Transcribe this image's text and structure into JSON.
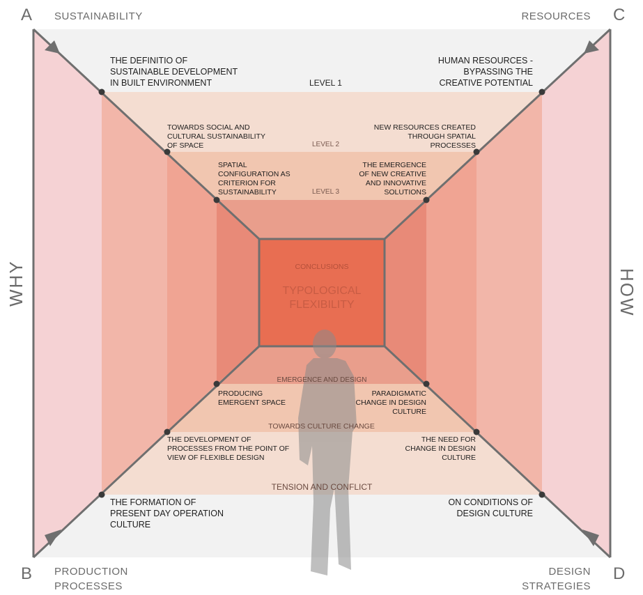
{
  "corners": {
    "a": {
      "letter": "A",
      "label": "SUSTAINABILITY"
    },
    "b": {
      "letter": "B",
      "label_line1": "PRODUCTION",
      "label_line2": "PROCESSES"
    },
    "c": {
      "letter": "C",
      "label": "RESOURCES"
    },
    "d": {
      "letter": "D",
      "label_line1": "DESIGN",
      "label_line2": "STRATEGIES"
    }
  },
  "sides": {
    "left": "WHY",
    "right": "HOW"
  },
  "levels": {
    "level1": "LEVEL 1",
    "level2": "LEVEL 2",
    "level3": "LEVEL 3"
  },
  "top_left_notes": {
    "n1": [
      "THE DEFINITIO OF",
      "SUSTAINABLE DEVELOPMENT",
      "IN BUILT ENVIRONMENT"
    ],
    "n2": [
      "TOWARDS SOCIAL AND",
      "CULTURAL SUSTAINABILITY",
      "OF SPACE"
    ],
    "n3": [
      "SPATIAL",
      "CONFIGURATION AS",
      "CRITERION FOR",
      "SUSTAINABILITY"
    ]
  },
  "top_right_notes": {
    "n1": [
      "HUMAN RESOURCES -",
      "BYPASSING THE",
      "CREATIVE POTENTIAL"
    ],
    "n2": [
      "NEW RESOURCES CREATED",
      "THROUGH SPATIAL",
      "PROCESSES"
    ],
    "n3": [
      "THE EMERGENCE",
      "OF NEW CREATIVE",
      "AND INNOVATIVE",
      "SOLUTIONS"
    ]
  },
  "bottom_left_notes": {
    "n1": [
      "PRODUCING",
      "EMERGENT SPACE"
    ],
    "n2": [
      "THE DEVELOPMENT OF",
      "PROCESSES FROM THE POINT OF",
      "VIEW OF FLEXIBLE DESIGN"
    ],
    "n3": [
      "THE FORMATION OF",
      "PRESENT DAY OPERATION",
      "CULTURE"
    ]
  },
  "bottom_right_notes": {
    "n1": [
      "PARADIGMATIC",
      "CHANGE IN DESIGN",
      "CULTURE"
    ],
    "n2": [
      "THE NEED FOR",
      "CHANGE IN DESIGN",
      "CULTURE"
    ],
    "n3": [
      "ON CONDITIONS OF",
      "DESIGN CULTURE"
    ]
  },
  "bands": {
    "emergence": "EMERGENCE AND DESIGN",
    "culture_change": "TOWARDS CULTURE CHANGE",
    "tension": "TENSION AND CONFLICT"
  },
  "center": {
    "small": "CONCLUSIONS",
    "big_line1": "TYPOLOGICAL",
    "big_line2": "FLEXIBILITY"
  },
  "colors": {
    "outer_bg": "#f2f2f2",
    "side_band": "#f5d3d3",
    "level1": "#f4dcd0",
    "level2": "#f1c9b4",
    "level3": "#e89e8c",
    "core": "#e87054",
    "line": "#6f6f6f"
  }
}
